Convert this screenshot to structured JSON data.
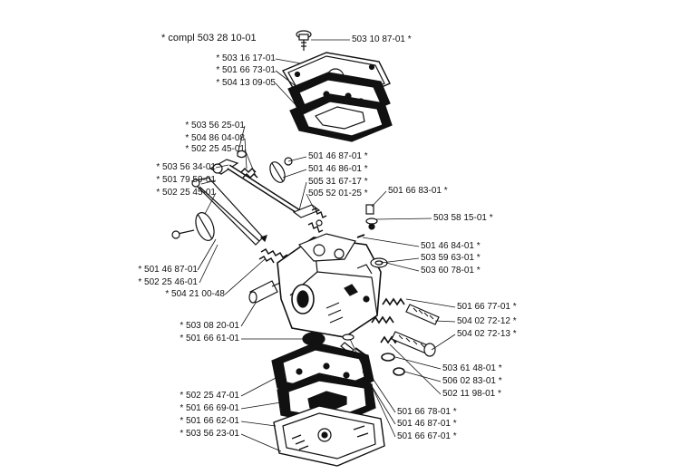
{
  "diagram": {
    "title": "*  compl 503 28 10-01",
    "labels_left": [
      "*  503 16 17-01",
      "*  501 66 73-01",
      "*  504 13 09-05",
      "*  503 56 25-01",
      "*  504 86 04-08",
      "*  502 25 45-01",
      "*  503 56 34-01",
      "*  501 79 59-01",
      "*  502 25 45-01",
      "*  501 46 87-01",
      "*  502 25 46-01",
      "*  504 21 00-48",
      "*  503 08 20-01",
      "*  501 66 61-01",
      "*  502 25 47-01",
      "*  501 66 69-01",
      "*  501 66 62-01",
      "*  503 56 23-01"
    ],
    "labels_right": [
      "503 10 87-01  *",
      "501 46 87-01  *",
      "501 46 86-01  *",
      "505 31 67-17  *",
      "505 52 01-25  *",
      "501 66 83-01  *",
      "503 58 15-01  *",
      "501 46 84-01  *",
      "503 59 63-01  *",
      "503 60 78-01  *",
      "501 66 77-01  *",
      "504 02 72-12  *",
      "504 02 72-13  *",
      "503 61 48-01  *",
      "506 02 83-01  *",
      "502 11 98-01  *",
      "501 66 78-01  *",
      "501 46 87-01  *",
      "501 66 67-01  *"
    ]
  }
}
